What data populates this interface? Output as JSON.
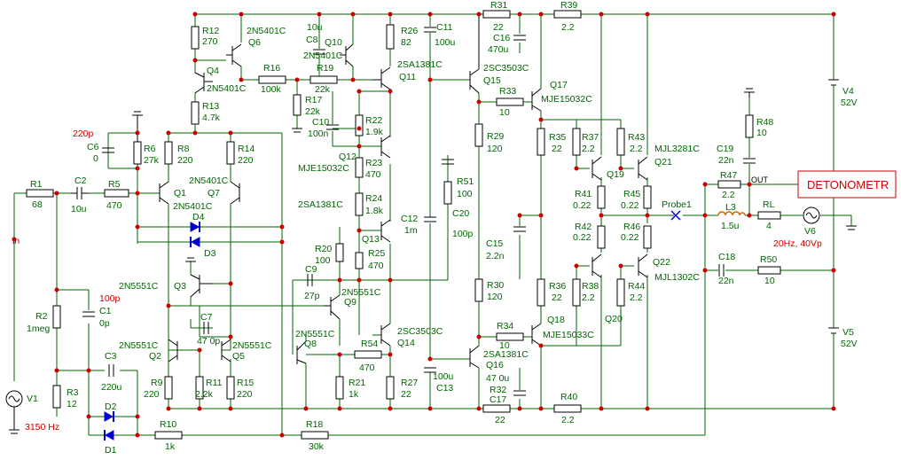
{
  "labels": {
    "R1": "R1",
    "R1_v": "68",
    "C2": "C2",
    "C2_v": "10u",
    "R5": "R5",
    "R5_v": "470",
    "R2": "R2",
    "R2_v": "1meg",
    "R3": "R3",
    "R3_v": "12",
    "C1": "C1",
    "C1_v": "0p",
    "C1_note": "100p",
    "C3": "C3",
    "C3_v": "220u",
    "V1": "V1",
    "V1_freq": "3150 Hz",
    "in": "in",
    "D1": "D1",
    "D2": "D2",
    "D3": "D3",
    "D4": "D4",
    "R10": "R10",
    "R10_v": "1k",
    "R18": "R18",
    "R18_v": "30k",
    "C6": "C6",
    "C6_v": "0",
    "C6_note": "220p",
    "R6": "R6",
    "R6_v": "27k",
    "R8": "R8",
    "R8_v": "220",
    "R14": "R14",
    "R14_v": "220",
    "Q1": "Q1",
    "Q1_t": "2N5401C",
    "Q7": "Q7",
    "Q7_t": "2N5401C",
    "R12": "R12",
    "R12_v": "270",
    "Q4": "Q4",
    "Q4_t": "2N5401C",
    "R13": "R13",
    "R13_v": "4.7k",
    "Q6": "Q6",
    "Q6_t": "2N5401C",
    "R16": "R16",
    "R16_v": "100k",
    "C8": "C8",
    "C8_v": "10u",
    "Q10": "Q10",
    "Q10_t": "2N5401C",
    "R19": "R19",
    "R19_v": "22k",
    "R17": "R17",
    "R17_v": "22k",
    "R26": "R26",
    "R26_v": "82",
    "C11": "C11",
    "C11_v": "100u",
    "Q11": "Q11",
    "Q11_t": "2SA1381C",
    "C10": "C10",
    "C10_v": "100n",
    "R22": "R22",
    "R22_v": "1.9k",
    "Q12": "Q12",
    "Q12_t": "MJE15032C",
    "R23": "R23",
    "R23_v": "470",
    "R24": "R24",
    "R24_v": "1.8k",
    "Q13": "Q13",
    "Q13_t": "2SA1381C",
    "R25": "R25",
    "R25_v": "470",
    "R20": "R20",
    "R20_v": "100",
    "C9": "C9",
    "C9_v": "27p",
    "Q3": "Q3",
    "Q3_t": "2N5551C",
    "C7": "C7",
    "C7_v": "47 0p",
    "Q2": "Q2",
    "Q2_t": "2N5551C",
    "Q5": "Q5",
    "Q5_t": "2N5551C",
    "R9": "R9",
    "R9_v": "220",
    "R11": "R11",
    "R11_v": "2.2k",
    "R15": "R15",
    "R15_v": "220",
    "Q9": "Q9",
    "Q9_t": "2N5551C",
    "Q8": "Q8",
    "Q8_t": "2N5551C",
    "R54": "R54",
    "R54_v": "470",
    "R21": "R21",
    "R21_v": "1k",
    "R27": "R27",
    "R27_v": "22",
    "Q14": "Q14",
    "Q14_t": "2SC3503C",
    "C13": "C13",
    "C13_v": "100u",
    "C12": "C12",
    "C12_v": "1m",
    "R51": "R51",
    "R51_v": "100",
    "C20": "C20",
    "C20_v": "100p",
    "R31": "R31",
    "R31_v": "22",
    "C16": "C16",
    "C16_v": "470u",
    "R39": "R39",
    "R39_v": "2.2",
    "Q15": "Q15",
    "Q15_t": "2SC3503C",
    "R33": "R33",
    "R33_v": "10",
    "Q17": "Q17",
    "Q17_t": "MJE15032C",
    "R29": "R29",
    "R29_v": "120",
    "C15": "C15",
    "C15_v": "2.2n",
    "R30": "R30",
    "R30_v": "120",
    "R34": "R34",
    "R34_v": "10",
    "Q18": "Q18",
    "Q18_t": "MJE15033C",
    "Q16": "Q16",
    "Q16_t": "2SA1381C",
    "C17": "C17",
    "C17_v": "47 0u",
    "R32": "R32",
    "R32_v": "22",
    "R40": "R40",
    "R40_v": "2.2",
    "R35": "R35",
    "R35_v": "22",
    "R37": "R37",
    "R37_v": "2.2",
    "R43": "R43",
    "R43_v": "2.2",
    "Q21": "Q21",
    "Q21_t": "MJL3281C",
    "Q19": "Q19",
    "R41": "R41",
    "R41_v": "0.22",
    "R45": "R45",
    "R45_v": "0.22",
    "R42": "R42",
    "R42_v": "0.22",
    "R46": "R46",
    "R46_v": "0.22",
    "R36": "R36",
    "R36_v": "22",
    "R38": "R38",
    "R38_v": "2.2",
    "R44": "R44",
    "R44_v": "2.2",
    "Q20": "Q20",
    "Q22": "Q22",
    "Q22_t": "MJL1302C",
    "Probe1": "Probe1",
    "R48": "R48",
    "R48_v": "10",
    "C19": "C19",
    "C19_v": "22n",
    "R47": "R47",
    "R47_v": "2.2",
    "OUT": "OUT",
    "L3": "L3",
    "L3_v": "1.5u",
    "RL": "RL",
    "RL_v": "4",
    "V6": "V6",
    "V6_spec": "20Hz, 40Vp",
    "C18": "C18",
    "C18_v": "22n",
    "R50": "R50",
    "R50_v": "10",
    "V4": "V4",
    "V4_v": "52V",
    "V5": "V5",
    "V5_v": "52V",
    "detonometr": "DETONOMETR"
  }
}
